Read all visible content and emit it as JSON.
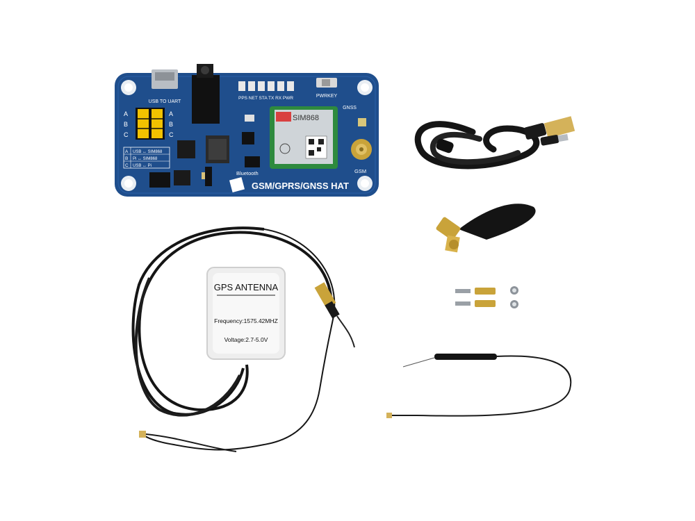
{
  "board": {
    "title": "GSM/GPRS/GNSS HAT",
    "usb_label": "USB TO UART",
    "led_labels": "PPS NET STA  TX  RX PWR",
    "pwrkey_label": "PWRKEY",
    "gnss_label": "GNSS",
    "gsm_label": "GSM",
    "bluetooth_label": "Bluetooth",
    "module_name": "SIM868",
    "jumper_rows": [
      "A",
      "B",
      "C"
    ],
    "jumper_right": [
      "A",
      "B",
      "C"
    ],
    "legend": [
      {
        "key": "A",
        "text": "USB ↔ SIM868"
      },
      {
        "key": "B",
        "text": "Pi ↔ SIM868"
      },
      {
        "key": "C",
        "text": "USB ↔ Pi"
      }
    ]
  },
  "gps_antenna": {
    "title": "GPS ANTENNA",
    "frequency": "Frequency:1575.42MHZ",
    "voltage": "Voltage:2.7-5.0V"
  },
  "colors": {
    "pcb": "#1f4e8c",
    "pcb_dark": "#163d70",
    "cable": "#151515",
    "gold": "#c9a33a",
    "jumper": "#f2c200",
    "module": "#2e8a3e"
  }
}
